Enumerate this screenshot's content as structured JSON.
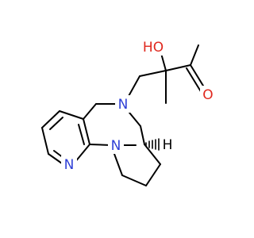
{
  "colors": {
    "carbon_bond": "#000000",
    "nitrogen": "#2f3fd6",
    "oxygen": "#e0281e",
    "background": "#ffffff"
  },
  "atoms": {
    "oh": "HO",
    "carbonyl_o": "O",
    "n_diazepine": "N",
    "n_pyridine": "N",
    "n_pyrrolidine": "N",
    "h_stereo": "H"
  }
}
